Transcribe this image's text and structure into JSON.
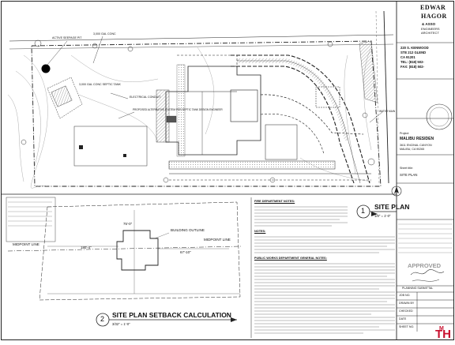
{
  "titleblock": {
    "firm_line1": "EDWAR",
    "firm_line2": "HAGOR",
    "firm_sub1": "& ASSO",
    "firm_sub2": "ENGINEERS",
    "firm_sub3": "ARCHITECT",
    "address1": "220 S. KENWOOD",
    "address2": "STE 212 GLEND",
    "address3": "CA 91201",
    "tel": "TEL: (818) 502-",
    "fax": "FAX: (818) 502-",
    "project_label": "Project:",
    "project_name": "MALIBU RESIDEN",
    "project_addr1": "3611 ENCINAL CANYON",
    "project_addr2": "MALIBU, CA 90265",
    "sheet_label": "Sheet title:",
    "sheet_title": "SITE PLAN",
    "approved": "APPROVED",
    "planning_label": "PLANNING SUBMITTAL",
    "job_no_label": "JOB NO.",
    "drawn_label": "DRAWN BY",
    "checked_label": "CHECKED",
    "date_label": "DATE",
    "sheet_no_label": "SHEET NO."
  },
  "callouts": {
    "setback": "ACTIVE SEEPAGE PIT",
    "gal": "3,000 GAL CONC",
    "tank": "3,000 GAL CONC SEPTIC TANK",
    "electrical": "ELECTRICAL CONDUIT",
    "septic_sys": "PROPOSED ALTERNATIVE SYSTEM PER SEPTIC TANK DESIGN ENGINEER",
    "water_main": "WATER MAIN",
    "midpoint_left": "MIDPOINT LINE",
    "midpoint_right": "MIDPOINT LINE",
    "building_outline": "BUILDING OUTLINE",
    "dim_75": "75'-0\"",
    "dim_180": "180'-4\"",
    "dim_67": "67'-10\""
  },
  "drawings": {
    "site_plan_no": "1",
    "site_plan_title": "SITE PLAN",
    "site_plan_scale": "1/8\" = 1'-0\"",
    "setback_no": "2",
    "setback_title": "SITE PLAN SETBACK CALCULATION",
    "setback_scale": "3/32\" = 1'-0\""
  },
  "notes": {
    "fire_head": "FIRE DEPARTMENT NOTES:",
    "public_head": "PUBLIC WORKS DEPARTMENT GENERAL NOTES:",
    "notes_head": "NOTES:"
  },
  "colors": {
    "ink": "#1a1a1a",
    "hatch": "#555555",
    "stamp_red": "#c8102e",
    "approved_gray": "#9a9a9a"
  }
}
